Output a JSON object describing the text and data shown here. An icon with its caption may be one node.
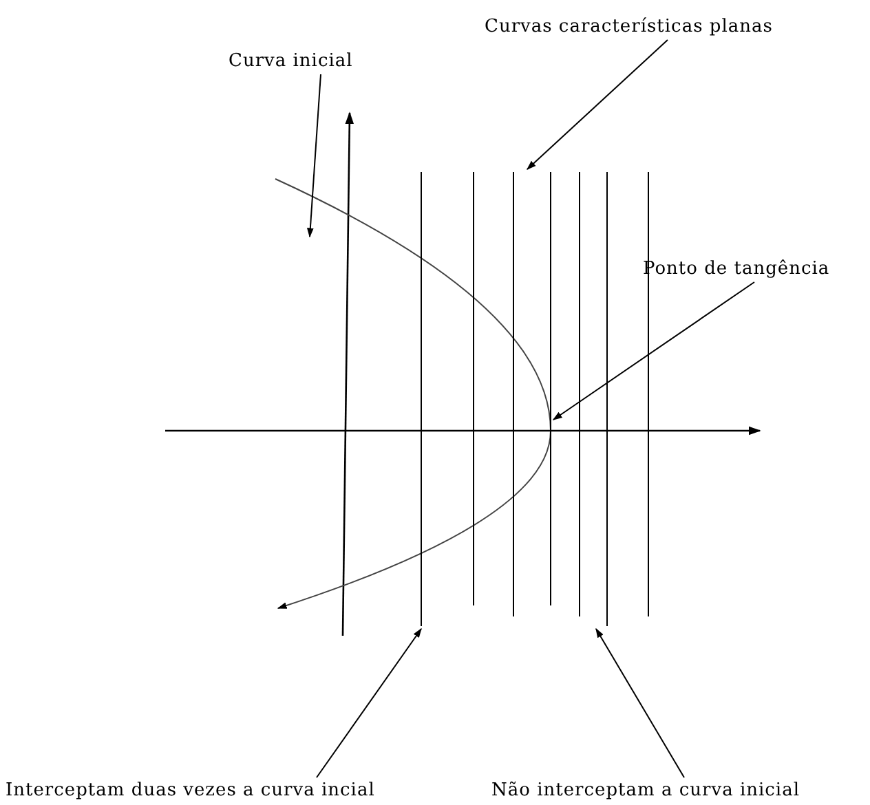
{
  "diagram": {
    "nodes": [
      {
        "text": [
          "Curvas características planas"
        ]
      },
      {
        "text": [
          "Curva inicial"
        ]
      },
      {
        "text": [
          "Ponto de tangência"
        ]
      },
      {
        "text": [
          "Interceptam duas vezes a curva incial"
        ]
      },
      {
        "text": [
          "Não interceptam a curva inicial"
        ]
      },
      {
        "text": [],
        "shape": "curve"
      },
      {
        "text": [],
        "shape": "line"
      }
    ],
    "edges": [
      {
        "from": 0,
        "to": 6,
        "arrow": "to"
      },
      {
        "from": 1,
        "to": 5,
        "arrow": "to"
      },
      {
        "from": 2,
        "to": 5,
        "arrow": "to"
      },
      {
        "from": 3,
        "to": 6,
        "arrow": "to"
      },
      {
        "from": 4,
        "to": 6,
        "arrow": "to"
      }
    ]
  }
}
